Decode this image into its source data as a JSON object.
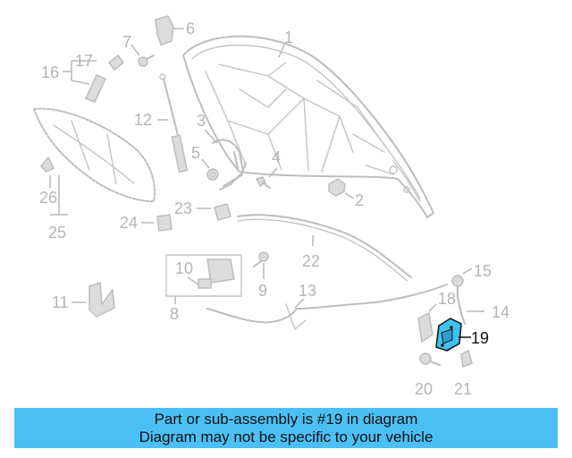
{
  "callouts": {
    "c1": "1",
    "c2": "2",
    "c3": "3",
    "c4": "4",
    "c5": "5",
    "c6": "6",
    "c7": "7",
    "c8": "8",
    "c9": "9",
    "c10": "10",
    "c11": "11",
    "c12": "12",
    "c13": "13",
    "c14": "14",
    "c15": "15",
    "c16": "16",
    "c17": "17",
    "c18": "18",
    "c19": "19",
    "c20": "20",
    "c21": "21",
    "c22": "22",
    "c23": "23",
    "c24": "24",
    "c25": "25",
    "c26": "26"
  },
  "highlighted_part": "19",
  "highlight_color": "#3ec3f0",
  "banner": {
    "line1": "Part or sub-assembly is #19 in diagram",
    "line2": "Diagram may not be specific to your vehicle",
    "background": "#4cc0f5"
  }
}
